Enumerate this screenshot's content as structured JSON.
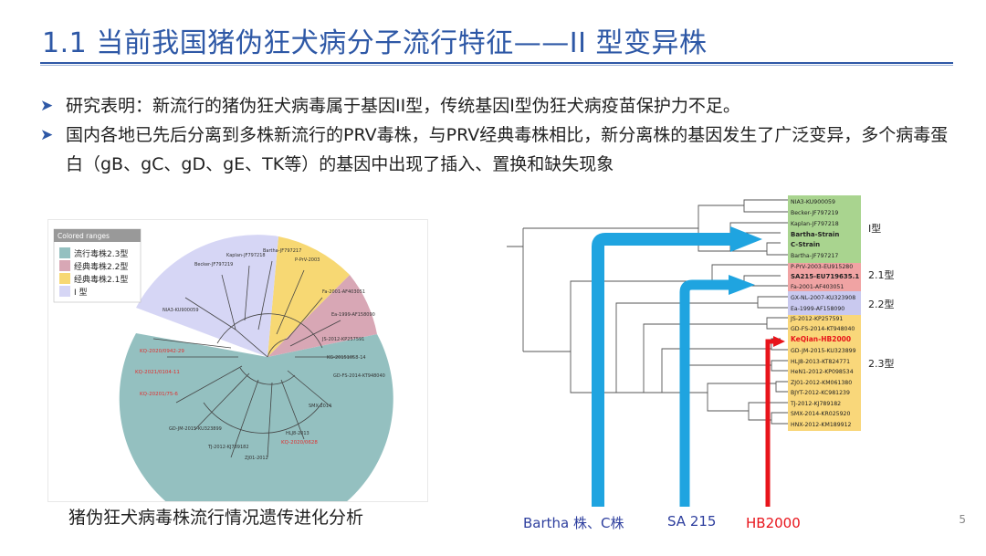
{
  "title": "1.1 当前我国猪伪狂犬病分子流行特征——II 型变异株",
  "bullets": [
    "研究表明：新流行的猪伪狂犬病毒属于基因II型，传统基因I型伪狂犬病疫苗保护力不足。",
    "国内各地已先后分离到多株新流行的PRV毒株，与PRV经典毒株相比，新分离株的基因发生了广泛变异，多个病毒蛋白（gB、gC、gD、gE、TK等）的基因中出现了插入、置换和缺失现象"
  ],
  "left_figure": {
    "legend_title": "Colored ranges",
    "legend": [
      {
        "label": "流行毒株2.3型",
        "color": "#94c0c0"
      },
      {
        "label": "经典毒株2.2型",
        "color": "#d8a7b5"
      },
      {
        "label": "经典毒株2.1型",
        "color": "#f7d873"
      },
      {
        "label": "I 型",
        "color": "#d6d6f5"
      }
    ],
    "caption": "猪伪狂犬病毒株流行情况遗传进化分析"
  },
  "right_figure": {
    "groups": [
      {
        "label": "I型",
        "color": "#a9d48f"
      },
      {
        "label": "2.1型",
        "color": "#f0a3a3"
      },
      {
        "label": "2.2型",
        "color": "#c9c9ef"
      },
      {
        "label": "2.3型",
        "color": "#f9d77a"
      }
    ],
    "taxa": [
      "NIA3-KU900059",
      "Becker-JF797219",
      "Kaplan-JF797218",
      "Bartha-Strain",
      "C-Strain",
      "Bartha-JF797217",
      "P-PrV-2003-EU915280",
      "SA215-EU719635.1",
      "Fa-2001-AF403051",
      "GX-NL-2007-KU323908",
      "Ea-1999-AF158090",
      "JS-2012-KP257591",
      "GD-FS-2014-KT948040",
      "KeQian-HB2000",
      "GD-JM-2015-KU323899",
      "HLJ8-2013-KT824771",
      "HeN1-2012-KP098534",
      "ZJ01-2012-KM061380",
      "BJYT-2012-KC981239",
      "TJ-2012-KJ789182",
      "SMX-2014-KR025920",
      "HNX-2012-KM189912"
    ],
    "arrow_labels": [
      "Bartha 株、C株",
      "SA 215",
      "HB2000"
    ],
    "arrow_colors": {
      "blue": "#1fa4e0",
      "red": "#e8141b"
    }
  },
  "page_number": "5"
}
